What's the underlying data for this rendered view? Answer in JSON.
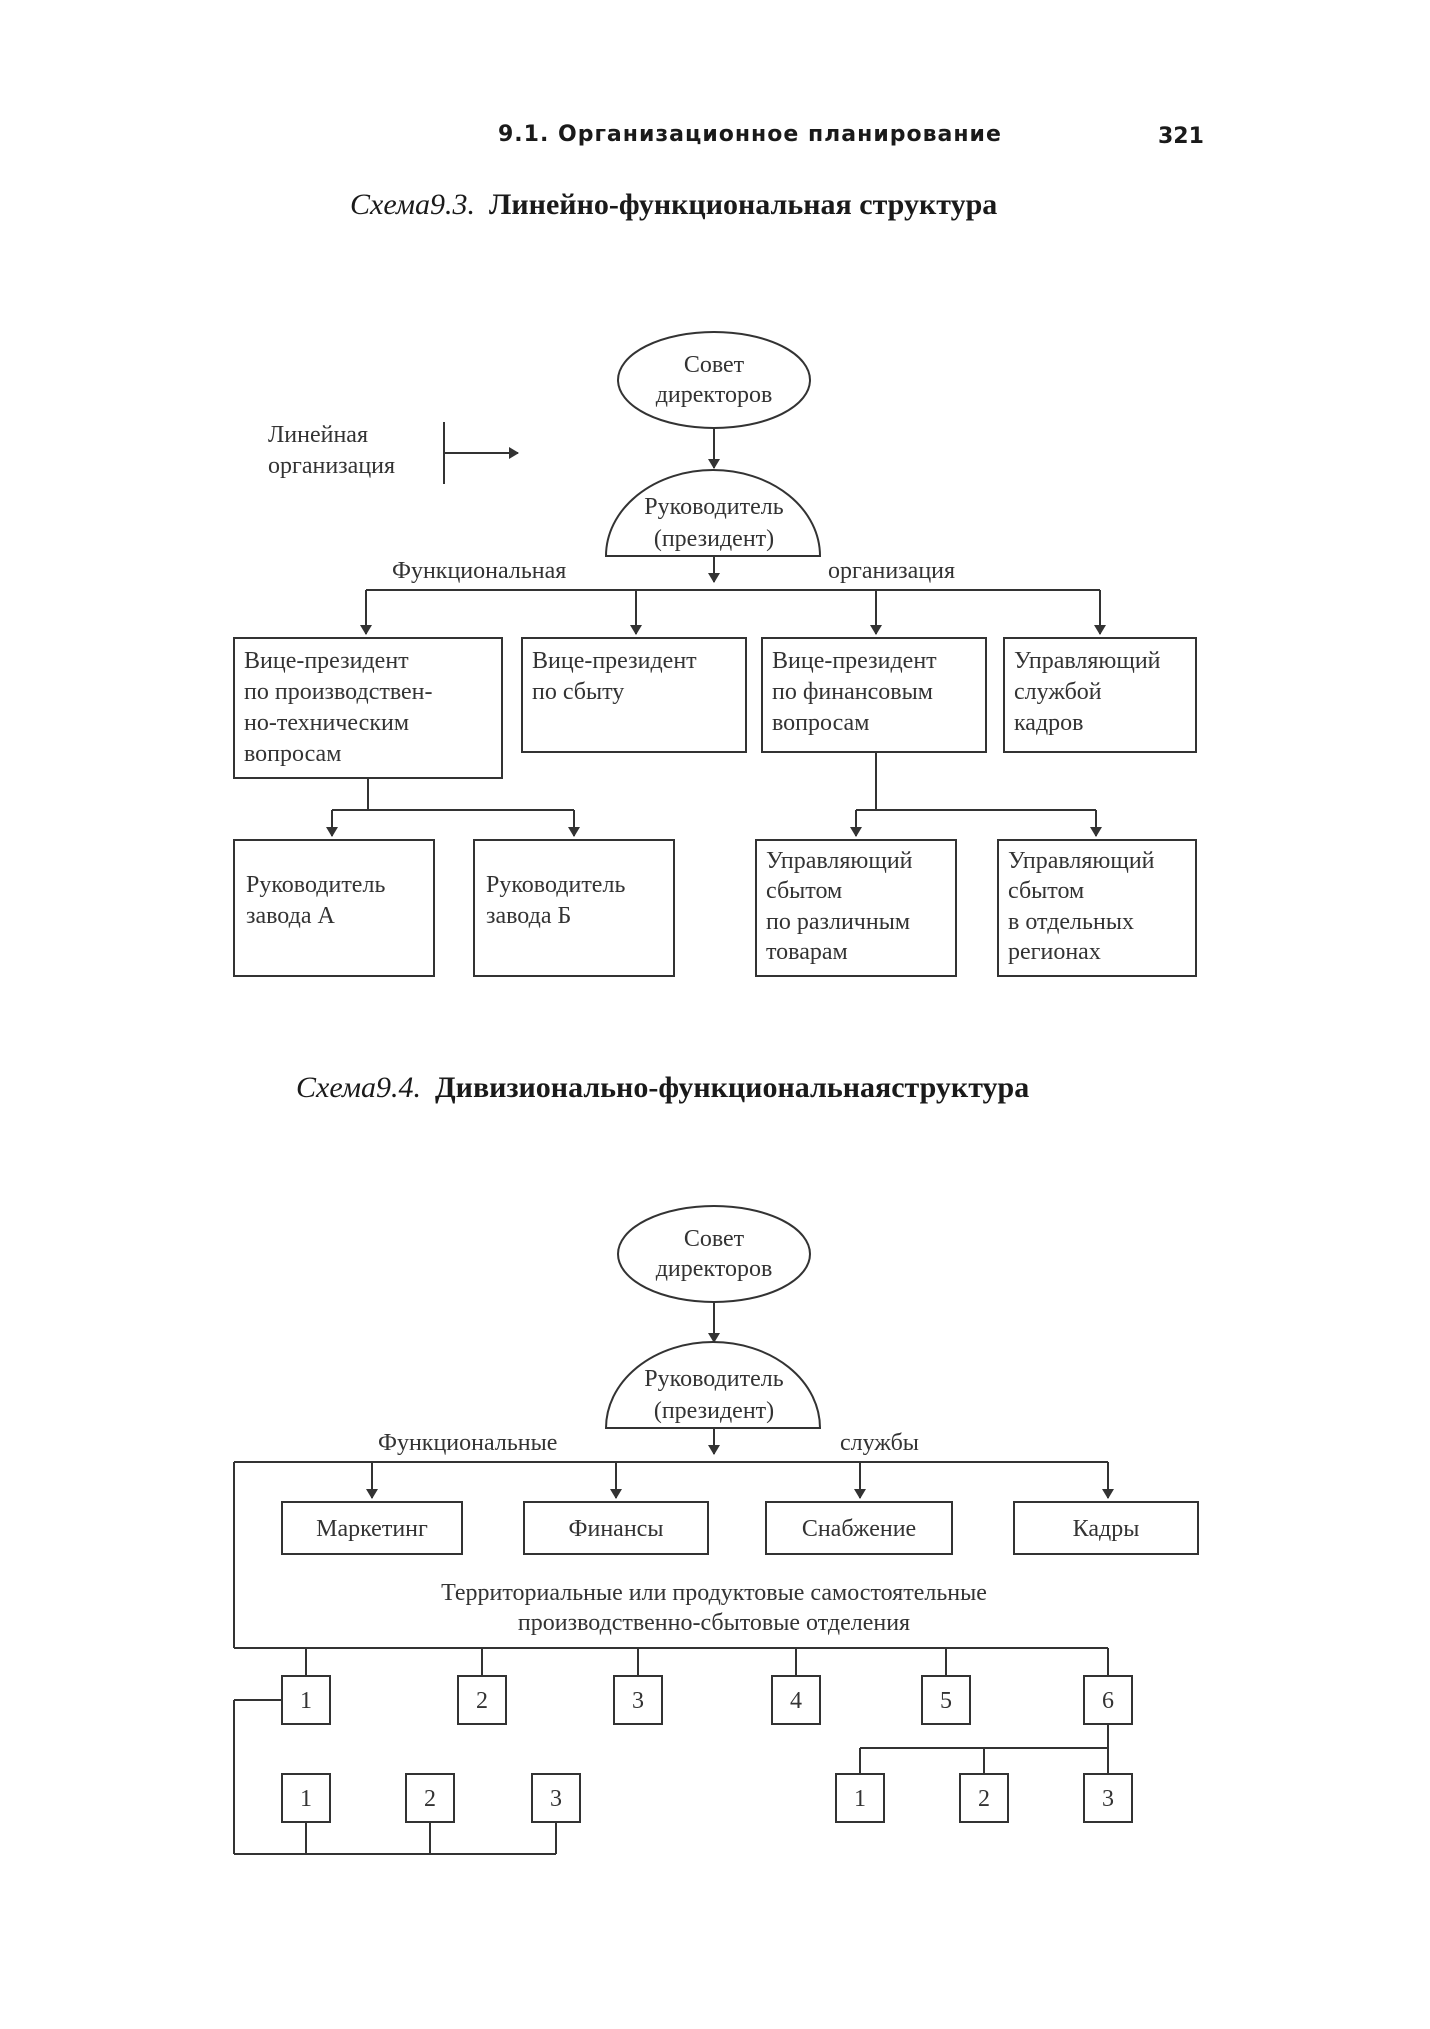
{
  "header": {
    "running_title": "9.1. Организационное планирование",
    "page_number": "321"
  },
  "scheme1": {
    "caption_number": "Схема9.3.",
    "caption_title": "Линейно-функциональная структура",
    "board": [
      "Совет",
      "директоров"
    ],
    "linear_label": [
      "Линейная",
      "организация"
    ],
    "president": [
      "Руководитель",
      "(президент)"
    ],
    "functional_left": "Функциональная",
    "functional_right": "организация",
    "vp_production": [
      "Вице-президент",
      "по производствен-",
      "но-техническим",
      "вопросам"
    ],
    "vp_sales": [
      "Вице-президент",
      "по сбыту"
    ],
    "vp_finance": [
      "Вице-президент",
      "по финансовым",
      "вопросам"
    ],
    "hr_manager": [
      "Управляющий",
      "службой",
      "кадров"
    ],
    "plant_a": [
      "Руководитель",
      "завода А"
    ],
    "plant_b": [
      "Руководитель",
      "завода Б"
    ],
    "sales_products": [
      "Управляющий",
      "сбытом",
      "по различным",
      "товарам"
    ],
    "sales_regions": [
      "Управляющий",
      "сбытом",
      "в отдельных",
      "регионах"
    ]
  },
  "scheme2": {
    "caption_number": "Схема9.4.",
    "caption_title": "Дивизионально-функциональнаяструктура",
    "board": [
      "Совет",
      "директоров"
    ],
    "president": [
      "Руководитель",
      "(президент)"
    ],
    "services_left": "Функциональные",
    "services_right": "службы",
    "services": [
      "Маркетинг",
      "Финансы",
      "Снабжение",
      "Кадры"
    ],
    "divisions_label": [
      "Территориальные или продуктовые самостоятельные",
      "производственно-сбытовые отделения"
    ],
    "divisions": [
      "1",
      "2",
      "3",
      "4",
      "5",
      "6"
    ],
    "sub_left": [
      "1",
      "2",
      "3"
    ],
    "sub_right": [
      "1",
      "2",
      "3"
    ]
  }
}
